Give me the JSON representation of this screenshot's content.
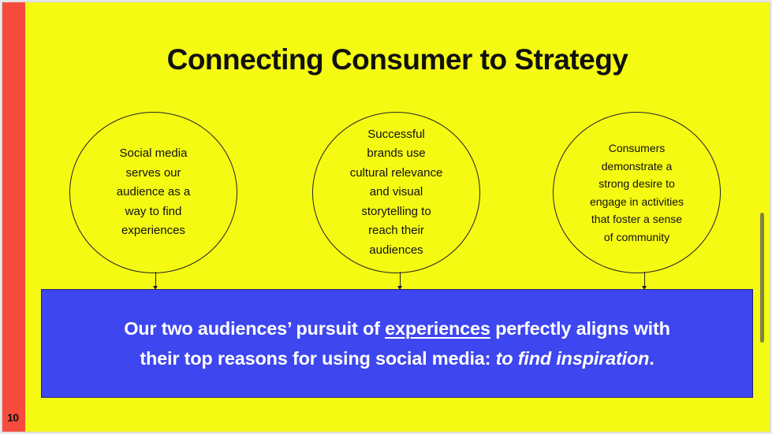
{
  "slide": {
    "page_number": "10",
    "title": "Connecting Consumer to Strategy",
    "circles": [
      {
        "lines": [
          "Social media",
          "serves our",
          "audience as a",
          "way to find",
          "experiences"
        ]
      },
      {
        "lines": [
          "Successful",
          "brands use",
          "cultural relevance",
          "and visual",
          "storytelling to",
          "reach their",
          "audiences"
        ]
      },
      {
        "lines": [
          "Consumers",
          "demonstrate a",
          "strong desire to",
          "engage in activities",
          "that foster a sense",
          "of community"
        ]
      }
    ],
    "conclusion": {
      "part1": "Our two audiences’ pursuit of ",
      "underlined": "experiences",
      "part2": " perfectly aligns with",
      "part3": "their top reasons for using social media: ",
      "italic": "to find inspiration",
      "part4": "."
    }
  },
  "colors": {
    "background": "#f5fa12",
    "stripe": "#f74b3d",
    "box": "#3d46ef"
  }
}
